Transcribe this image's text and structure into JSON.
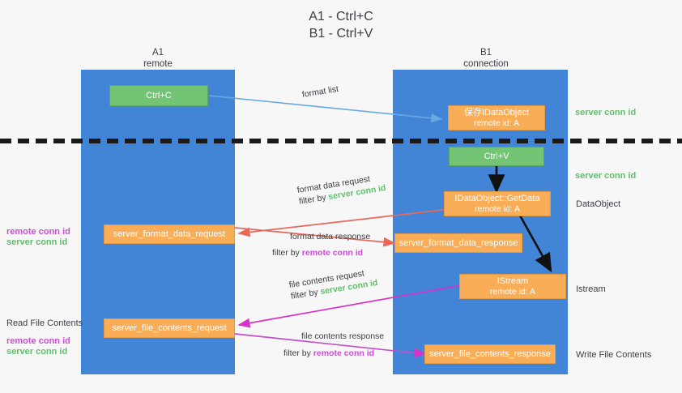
{
  "title": "A1 - Ctrl+C\nB1 - Ctrl+V",
  "lanes": [
    {
      "name": "A1",
      "sub": "remote"
    },
    {
      "name": "B1",
      "sub": "connection"
    }
  ],
  "boxes": {
    "ctrl_c": {
      "label": "Ctrl+C"
    },
    "ctrl_v": {
      "label": "Ctrl+V"
    },
    "save_idataobject": {
      "line1": "保存IDataObject",
      "line2": "remote id: A"
    },
    "getdata": {
      "line1": "IDataObject::GetData",
      "line2": "remote id: A"
    },
    "istream": {
      "line1": "IStream",
      "line2": "remote id: A"
    },
    "server_format_data_request": {
      "label": "server_format_data_request"
    },
    "server_format_data_response": {
      "label": "server_format_data_response"
    },
    "server_file_contents_request": {
      "label": "server_file_contents_request"
    },
    "server_file_contents_response": {
      "label": "server_file_contents_response"
    }
  },
  "edges": {
    "format_list": {
      "label": "format list"
    },
    "format_data_request": {
      "line1": "format data request",
      "filter_prefix": "filter by ",
      "filter_value": "server conn id"
    },
    "format_data_response": {
      "line1": "format data response",
      "filter_prefix": "filter by ",
      "filter_value": "remote conn id"
    },
    "file_contents_request": {
      "line1": "file contents request",
      "filter_prefix": "filter by ",
      "filter_value": "server conn id"
    },
    "file_contents_response": {
      "line1": "file contents response",
      "filter_prefix": "filter by ",
      "filter_value": "remote conn id"
    }
  },
  "annotations": {
    "right_server_conn_id_top": "server conn id",
    "right_server_conn_id_mid": "server conn id",
    "right_dataobject": "DataObject",
    "right_istream": "Istream",
    "right_write_file_contents": "Write File Contents",
    "left_remote_conn_id_1": "remote conn id",
    "left_server_conn_id_1": "server conn id",
    "left_read_file_contents": "Read File Contents",
    "left_remote_conn_id_2": "remote conn id",
    "left_server_conn_id_2": "server conn id"
  },
  "colors": {
    "lane": "#4285d6",
    "green_box": "#74c476",
    "orange_box": "#f9ad57",
    "green_text": "#5fbf6b",
    "pink_text": "#c850d0",
    "arrow_blue": "#6aa9e0",
    "arrow_red": "#e8685c",
    "arrow_pink": "#d633c8",
    "arrow_black": "#000000",
    "background": "#f7f7f7"
  }
}
